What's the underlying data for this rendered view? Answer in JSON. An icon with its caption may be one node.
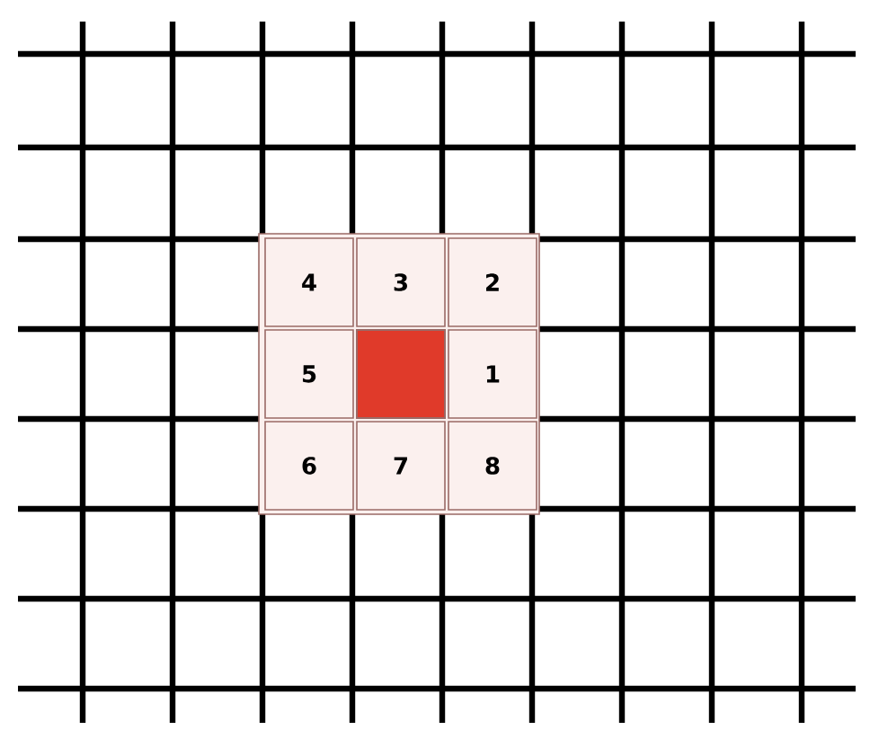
{
  "diagram": {
    "nodes": [
      {
        "text": [
          "4"
        ]
      },
      {
        "text": [
          "3"
        ]
      },
      {
        "text": [
          "2"
        ]
      },
      {
        "text": [
          "5"
        ]
      },
      {
        "text": [],
        "shape": "box"
      },
      {
        "text": [
          "1"
        ]
      },
      {
        "text": [
          "6"
        ]
      },
      {
        "text": [
          "7"
        ]
      },
      {
        "text": [
          "8"
        ]
      }
    ]
  }
}
